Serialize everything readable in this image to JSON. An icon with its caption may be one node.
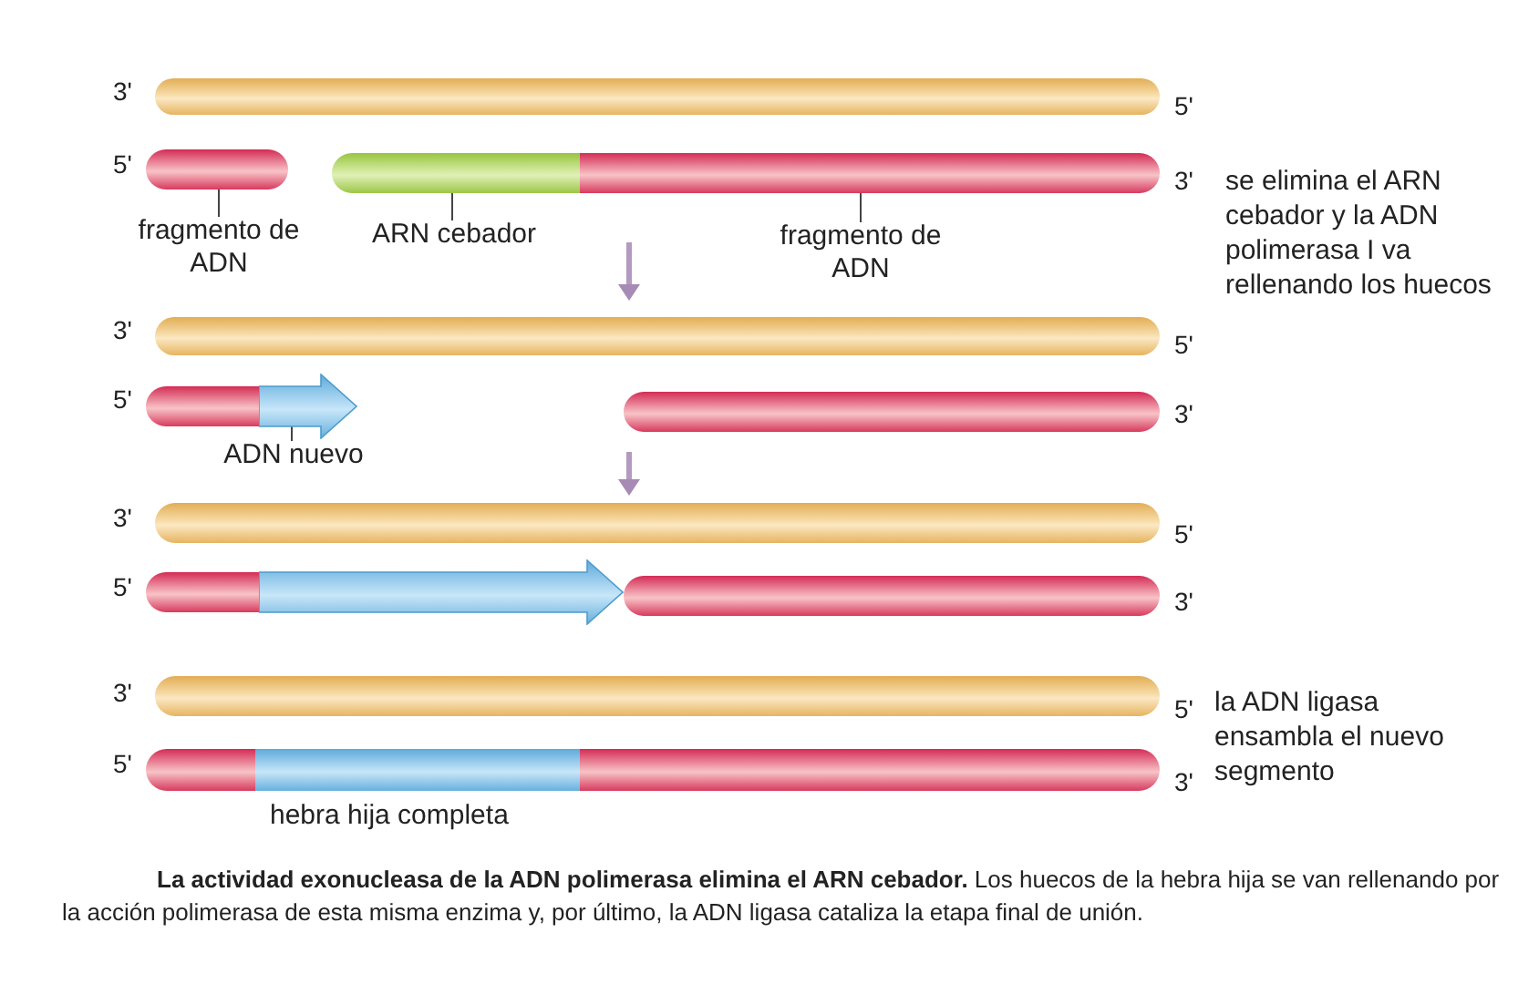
{
  "diagram": {
    "caption": "**La actividad exonucleasa de la ADN polimerasa elimina el ARN cebador.** Los huecos de la hebra hija se van rellenando por la acción polimerasa de esta misma enzima y, por último, la ADN ligasa cataliza la etapa final de unión.",
    "nodes": [
      {
        "text": [],
        "shape": "bar"
      },
      {
        "text": [],
        "shape": "bar"
      },
      {
        "text": [],
        "shape": "bar"
      },
      {
        "text": [],
        "shape": "bar"
      },
      {
        "text": [
          "fragmento de ADN"
        ]
      },
      {
        "text": [
          "ARN cebador"
        ]
      },
      {
        "text": [
          "fragmento de ADN"
        ]
      },
      {
        "text": [],
        "shape": "bar"
      },
      {
        "text": [],
        "shape": "bar"
      },
      {
        "text": [],
        "shape": "arrow"
      },
      {
        "text": [],
        "shape": "bar"
      },
      {
        "text": [
          "ADN nuevo"
        ]
      },
      {
        "text": [],
        "shape": "bar"
      },
      {
        "text": [],
        "shape": "bar"
      },
      {
        "text": [],
        "shape": "arrow"
      },
      {
        "text": [],
        "shape": "bar"
      },
      {
        "text": [],
        "shape": "bar"
      },
      {
        "text": [],
        "shape": "bar"
      },
      {
        "text": [],
        "shape": "bar"
      },
      {
        "text": [],
        "shape": "bar"
      }
    ],
    "edges": [
      {
        "from": 4,
        "to": 1,
        "arrow": "none"
      },
      {
        "from": 5,
        "to": 2,
        "arrow": "none"
      },
      {
        "from": 6,
        "to": 3,
        "arrow": "none"
      },
      {
        "from": 11,
        "to": 9,
        "arrow": "none"
      }
    ],
    "labels": [
      "3'",
      "5'",
      "5'",
      "3'",
      "se elimina el ARN cebador y la ADN polimerasa I va rellenando los huecos",
      "3'",
      "5'",
      "5'",
      "3'",
      "3'",
      "5'",
      "5'",
      "3'",
      "3'",
      "5'",
      "la ADN ligasa ensambla el nuevo segmento",
      "5'",
      "3'",
      "hebra hija completa"
    ]
  }
}
